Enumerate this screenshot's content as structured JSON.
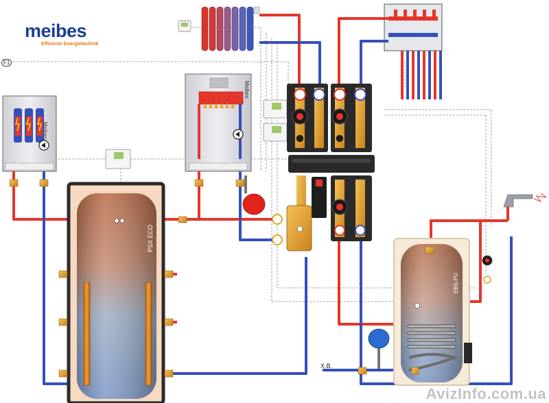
{
  "brand": {
    "logo_word": "meibes",
    "logo_tagline": "Effiziente Energietechnik"
  },
  "labels": {
    "f1_sensor": "F1",
    "cold_water": "Х.В.",
    "buffer_tank": "PSX ECO",
    "dhw_tank": "EBS-PU",
    "electric_boiler_brand": "Meibes",
    "gas_boiler_brand": "Meibes"
  },
  "watermark": "AvizInfo.com.ua",
  "colors": {
    "hot_pipe": "#e5362b",
    "cold_pipe": "#3550b8",
    "gas_pipe": "#f2e21a",
    "brass": "#e6a428",
    "insulation": "#2a2a2a",
    "tank_body": "#c98a67",
    "boiler_body": "#dcdde2",
    "expansion_red": "#e0231b",
    "expansion_blue": "#2d6bd0"
  },
  "icons": [
    "radiator-icon",
    "floor-manifold-icon",
    "room-thermostat-icon",
    "pump-icon",
    "expansion-vessel-icon",
    "faucet-icon",
    "valve-icon",
    "thermometer-icon"
  ]
}
